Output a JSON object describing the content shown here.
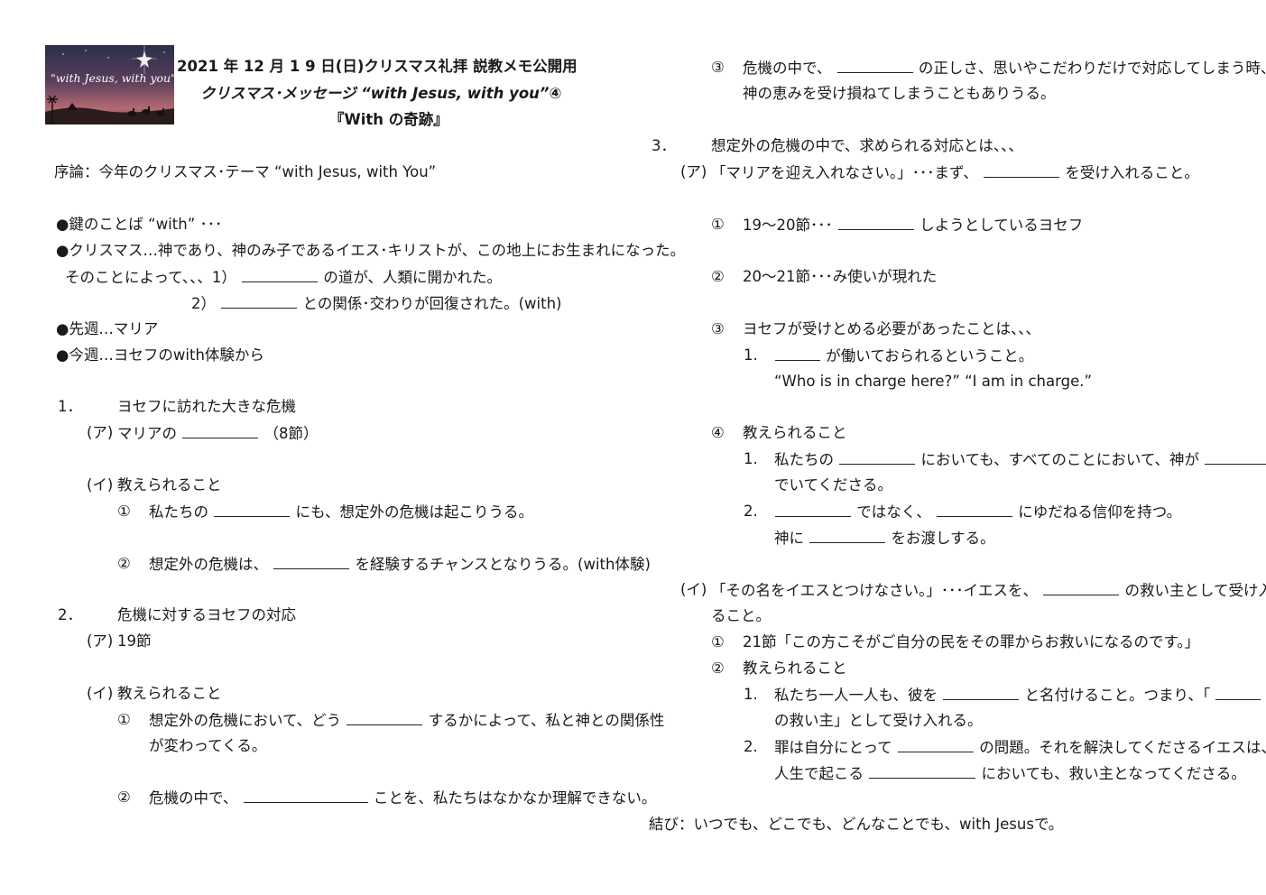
{
  "header": {
    "image_text": "\"with Jesus, with you\"",
    "line1": "2021 年 12 月 1 9 日(日)クリスマス礼拝 説教メモ公開用",
    "line2": "クリスマス･メッセージ “with Jesus, with you”④",
    "line3": "『With の奇跡』"
  },
  "left": {
    "intro": "序論：今年のクリスマス･テーマ “with Jesus, with You”",
    "b1": "●鍵のことば “with” ･･･",
    "b2": "●クリスマス…神であり、神のみ子であるイエス･キリストが、この地上にお生まれになった。",
    "b2a_pre": "そのことによって、、、1）",
    "b2a_post": "の道が、人類に開かれた。",
    "b2b_pre": "2）",
    "b2b_post": "との関係･交わりが回復された。(with)",
    "b3": "●先週…マリア",
    "b4": "●今週…ヨセフのwith体験から",
    "s1_num": "1．",
    "s1_title": "ヨセフに訪れた大きな危機",
    "s1a_label": "(ア)",
    "s1a_pre": "マリアの",
    "s1a_post": "（8節）",
    "s1b_label": "(イ)",
    "s1b_text": "教えられること",
    "s1b1_mark": "①",
    "s1b1_pre": "私たちの",
    "s1b1_post": "にも、想定外の危機は起こりうる。",
    "s1b2_mark": "②",
    "s1b2_pre": "想定外の危機は、",
    "s1b2_post": "を経験するチャンスとなりうる。(with体験)",
    "s2_num": "2．",
    "s2_title": "危機に対するヨセフの対応",
    "s2a_label": "(ア)",
    "s2a_text": "19節",
    "s2b_label": "(イ)",
    "s2b_text": "教えられること",
    "s2b1_mark": "①",
    "s2b1_pre": "想定外の危機において、どう",
    "s2b1_post": "するかによって、私と神との関係性",
    "s2b1_cont": "が変わってくる。",
    "s2b2_mark": "②",
    "s2b2_pre": "危機の中で、",
    "s2b2_post": "ことを、私たちはなかなか理解できない。"
  },
  "right": {
    "r3_mark": "③",
    "r3_pre": "危機の中で、",
    "r3_post": "の正しさ、思いやこだわりだけで対応してしまう時、",
    "r3_cont": "神の恵みを受け損ねてしまうこともありうる。",
    "s3_num": "3．",
    "s3_title": "想定外の危機の中で、求められる対応とは、、、",
    "s3a_label": "(ア)",
    "s3a_pre": "「マリアを迎え入れなさい。」･･･まず、",
    "s3a_post": "を受け入れること。",
    "a1_mark": "①",
    "a1_pre": "19～20節･･･",
    "a1_post": "しようとしているヨセフ",
    "a2_mark": "②",
    "a2_text": "20～21節･･･み使いが現れた",
    "a3_mark": "③",
    "a3_text": "ヨセフが受けとめる必要があったことは、、、",
    "a3_1_num": "1.",
    "a3_1_post": "が働いておられるということ。",
    "a3_quote": "“Who is in charge here?” “I am in charge.”",
    "a4_mark": "④",
    "a4_text": "教えられること",
    "a4_1_num": "1.",
    "a4_1_pre": "私たちの",
    "a4_1_post": "においても、すべてのことにおいて、神が",
    "a4_1_cont": "でいてくださる。",
    "a4_2_num": "2.",
    "a4_2_mid": "ではなく、",
    "a4_2_post": "にゆだねる信仰を持つ。",
    "a4_2_cont_pre": "神に",
    "a4_2_cont_post": "をお渡しする。",
    "s3b_label": "(イ)",
    "s3b_pre": "「その名をイエスとつけなさい。」･･･イエスを、",
    "s3b_post": "の救い主として受け入れ",
    "s3b_cont": "ること。",
    "b1_mark": "①",
    "b1_text": "21節「この方こそがご自分の民をその罪からお救いになるのです。」",
    "b2_mark": "②",
    "b2_text": "教えられること",
    "b2_1_num": "1.",
    "b2_1_pre": "私たち一人一人も、彼を",
    "b2_1_post": "と名付けること。つまり、「",
    "b2_1_cont": "の救い主」として受け入れる。",
    "b2_2_num": "2.",
    "b2_2_pre": "罪は自分にとって",
    "b2_2_post": "の問題。それを解決してくださるイエスは、",
    "b2_2_cont_pre": "人生で起こる",
    "b2_2_cont_post": "においても、救い主となってくださる。",
    "conclusion": "結び：いつでも、どこでも、どんなことでも、with Jesusで。"
  }
}
